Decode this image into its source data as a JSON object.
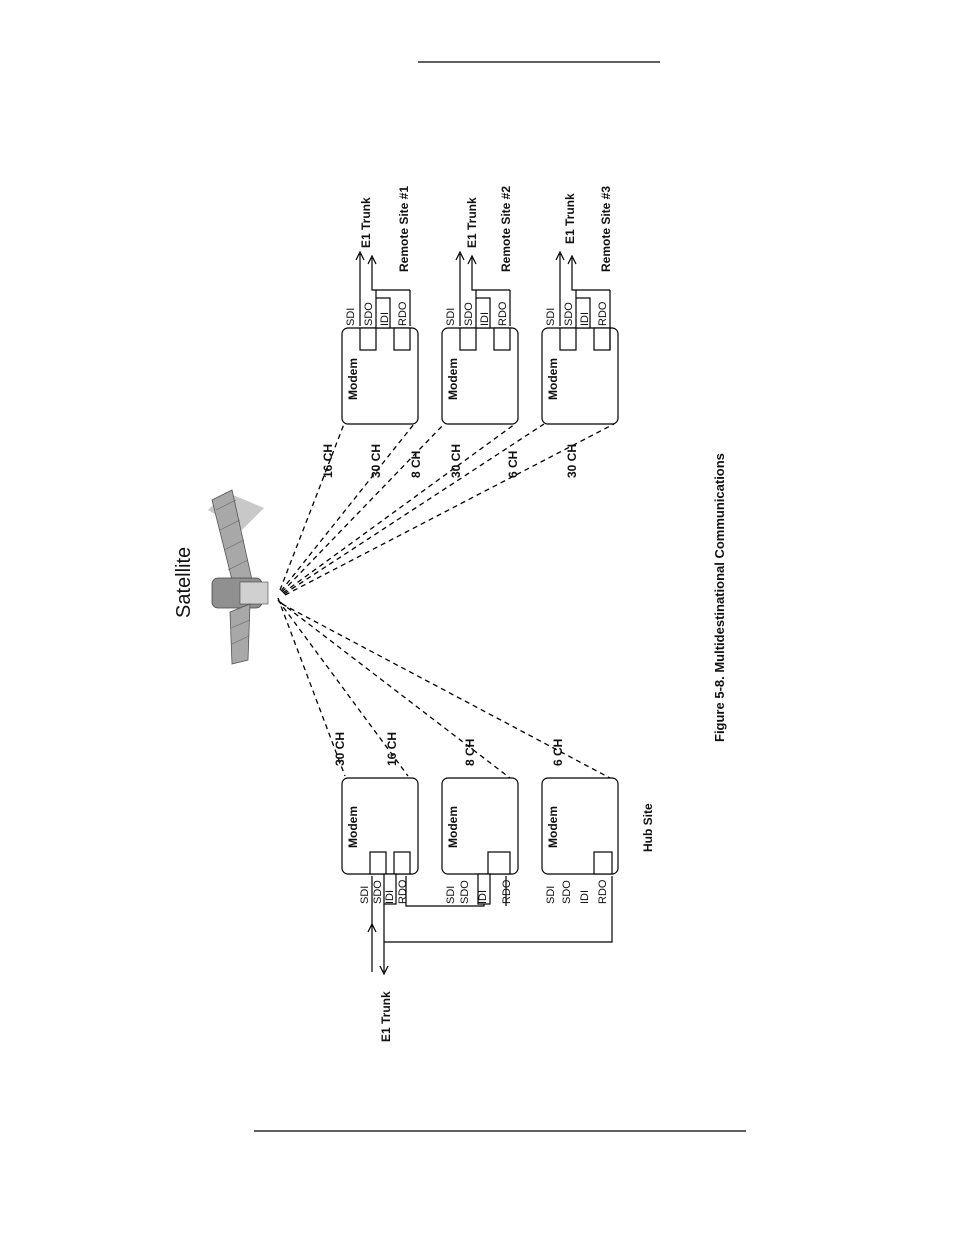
{
  "satellite": {
    "label": "Satellite"
  },
  "caption": "Figure 5-8.  Multidestinational Communications",
  "hub": {
    "label": "Hub Site",
    "trunk_label": "E1 Trunk",
    "modem_label": "Modem",
    "ports": [
      "SDI",
      "SDO",
      "IDI",
      "RDO"
    ]
  },
  "links": {
    "hub_1_tx": "30 CH",
    "hub_1_rx": "16 CH",
    "hub_2_rx": "8 CH",
    "hub_3_rx": "6 CH",
    "r1_rx": "16 CH",
    "r1_tx": "30 CH",
    "r2_tx": "8 CH",
    "r2_rx": "30 CH",
    "r3_tx": "6 CH",
    "r3_rx": "30 CH"
  },
  "remotes": [
    {
      "site": "Remote Site #1",
      "trunk": "E1 Trunk",
      "modem": "Modem",
      "ports": [
        "SDI",
        "SDO",
        "IDI",
        "RDO"
      ]
    },
    {
      "site": "Remote Site #2",
      "trunk": "E1 Trunk",
      "modem": "Modem",
      "ports": [
        "SDI",
        "SDO",
        "IDI",
        "RDO"
      ]
    },
    {
      "site": "Remote Site #3",
      "trunk": "E1 Trunk",
      "modem": "Modem",
      "ports": [
        "SDI",
        "SDO",
        "IDI",
        "RDO"
      ]
    }
  ]
}
